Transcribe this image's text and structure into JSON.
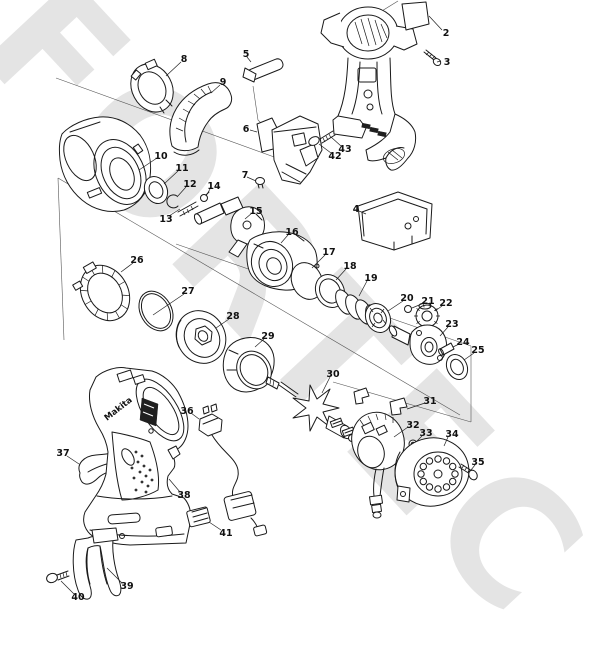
{
  "watermark_text": "FORTEC",
  "diagram": {
    "brand_on_housing": "Makita",
    "part_labels": {
      "p2": "2",
      "p3": "3",
      "p4": "4",
      "p5": "5",
      "p6": "6",
      "p7": "7",
      "p8": "8",
      "p9": "9",
      "p10": "10",
      "p11": "11",
      "p12": "12",
      "p13": "13",
      "p14": "14",
      "p15": "15",
      "p16": "16",
      "p17": "17",
      "p18": "18",
      "p19": "19",
      "p20": "20",
      "p21": "21",
      "p22": "22",
      "p23": "23",
      "p24": "24",
      "p25": "25",
      "p26": "26",
      "p27": "27",
      "p28": "28",
      "p29": "29",
      "p30": "30",
      "p31": "31",
      "p32": "32",
      "p33": "33",
      "p34": "34",
      "p35": "35",
      "p36": "36",
      "p37": "37",
      "p38": "38",
      "p39": "39",
      "p40": "40",
      "p41": "41",
      "p42": "42",
      "p43": "43"
    }
  },
  "colors": {
    "line": "#1a1a1a",
    "watermark": "#e4e4e4",
    "background": "#ffffff"
  }
}
